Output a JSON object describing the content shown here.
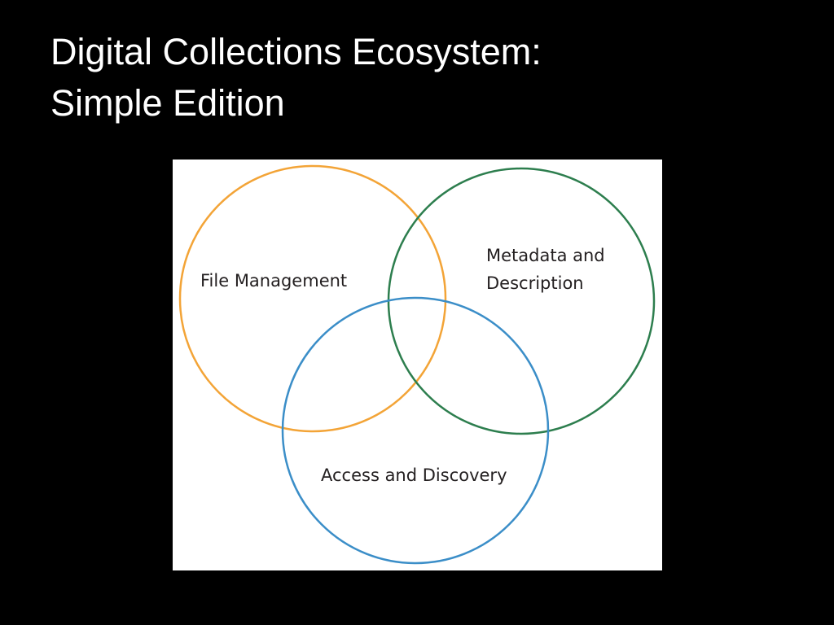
{
  "slide": {
    "title_line1": "Digital Collections Ecosystem:",
    "title_line2": "Simple Edition"
  },
  "diagram": {
    "background": "#ffffff",
    "circles": [
      {
        "id": "file-management",
        "label_lines": [
          "File Management"
        ],
        "color": "#f3a437"
      },
      {
        "id": "metadata-description",
        "label_lines": [
          "Metadata and",
          "Description"
        ],
        "color": "#2d7e4e"
      },
      {
        "id": "access-discovery",
        "label_lines": [
          "Access and Discovery"
        ],
        "color": "#3b8ec8"
      }
    ]
  }
}
